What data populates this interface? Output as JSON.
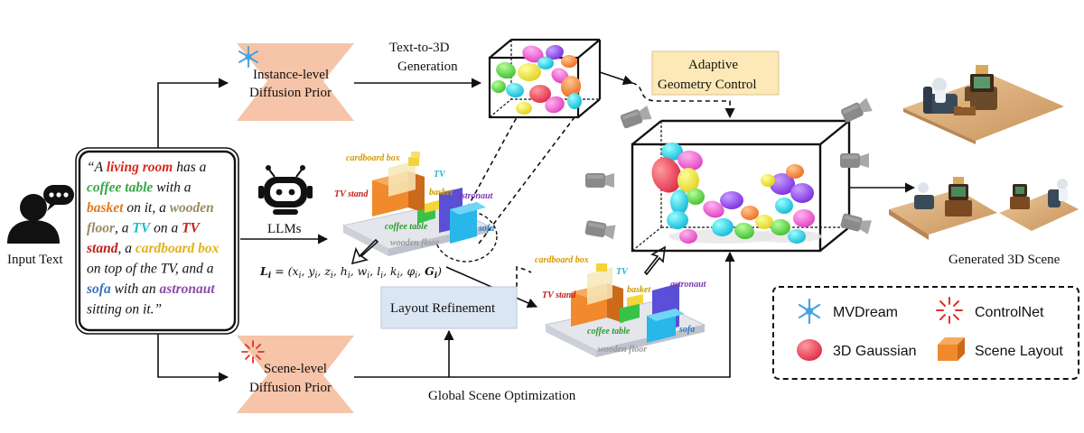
{
  "input": {
    "label": "Input Text",
    "quote_lines": [
      [
        {
          "t": "“A "
        },
        {
          "t": "living room",
          "c": "#d8281f",
          "b": true
        },
        {
          "t": " has a"
        }
      ],
      [
        {
          "t": "coffee table",
          "c": "#3aa646",
          "b": true
        },
        {
          "t": " with a"
        }
      ],
      [
        {
          "t": "basket",
          "c": "#e07a1f",
          "b": true
        },
        {
          "t": " on it, a "
        },
        {
          "t": "wooden",
          "c": "#9a8a62",
          "b": true
        }
      ],
      [
        {
          "t": "floor",
          "c": "#9a8a62",
          "b": true
        },
        {
          "t": ", a "
        },
        {
          "t": "TV",
          "c": "#1fb8c9",
          "b": true
        },
        {
          "t": " on a "
        },
        {
          "t": "TV",
          "c": "#c0201c",
          "b": true
        }
      ],
      [
        {
          "t": "stand",
          "c": "#c0201c",
          "b": true
        },
        {
          "t": ", a "
        },
        {
          "t": "cardboard box",
          "c": "#e0b21a",
          "b": true
        }
      ],
      [
        {
          "t": "on top of the TV, and a"
        }
      ],
      [
        {
          "t": "sofa",
          "c": "#3a6fc0",
          "b": true
        },
        {
          "t": " with an "
        },
        {
          "t": "astronaut",
          "c": "#8a4aa8",
          "b": true
        }
      ],
      [
        {
          "t": "sitting on it.”"
        }
      ]
    ]
  },
  "llms_label": "LLMs",
  "instance_prior": {
    "line1": "Instance-level",
    "line2": "Diffusion Prior"
  },
  "scene_prior": {
    "line1": "Scene-level",
    "line2": "Diffusion Prior"
  },
  "text_to_3d": {
    "line1": "Text-to-3D",
    "line2": "Generation"
  },
  "adaptive": {
    "line1": "Adaptive",
    "line2": "Geometry Control"
  },
  "layout_refinement": "Layout Refinement",
  "global_opt": "Global Scene Optimization",
  "generated_label": "Generated 3D Scene",
  "layout_tags": {
    "cardboard_box": "cardboard box",
    "tv": "TV",
    "tv_stand": "TV stand",
    "basket": "basket",
    "astronaut": "astronaut",
    "coffee_table": "coffee table",
    "sofa": "sofa",
    "wooden_floor": "wooden floor"
  },
  "legend": {
    "mvdream": "MVDream",
    "controlnet": "ControlNet",
    "gaussian": "3D Gaussian",
    "scene_layout": "Scene Layout"
  },
  "colors": {
    "prior_fill": "#f6c4a8",
    "adaptive_fill": "#fde9b8",
    "refine_fill": "#dbe6f4",
    "snow": "#4aa3e0",
    "spark": "#e0302a",
    "tv_stand": "#f08a2c",
    "tv": "#f6e8b8",
    "box": "#f5d23a",
    "coffee_table": "#38c348",
    "basket": "#f3d63a",
    "astronaut": "#5a4fd6",
    "sofa": "#29b6e8"
  }
}
